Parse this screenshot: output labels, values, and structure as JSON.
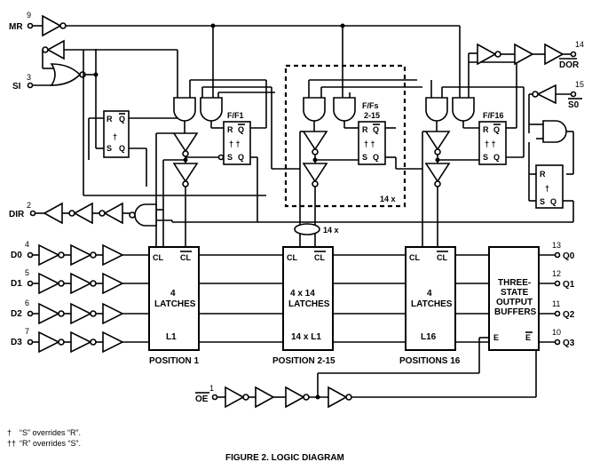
{
  "pins": {
    "mr": {
      "num": "9",
      "label": "MR"
    },
    "si": {
      "num": "3",
      "label": "SI"
    },
    "dir": {
      "num": "2",
      "label": "DIR"
    },
    "d0": {
      "num": "4",
      "label": "D0"
    },
    "d1": {
      "num": "5",
      "label": "D1"
    },
    "d2": {
      "num": "6",
      "label": "D2"
    },
    "d3": {
      "num": "7",
      "label": "D3"
    },
    "oe": {
      "num": "1",
      "label": "OE"
    },
    "dor": {
      "num": "14",
      "label": "DOR"
    },
    "so": {
      "num": "15",
      "label": "S0"
    },
    "q0": {
      "num": "13",
      "label": "Q0"
    },
    "q1": {
      "num": "12",
      "label": "Q1"
    },
    "q2": {
      "num": "11",
      "label": "Q2"
    },
    "q3": {
      "num": "10",
      "label": "Q3"
    }
  },
  "ff": {
    "r": "R",
    "s": "S",
    "q": "Q",
    "qbar": "Q",
    "dagger": "†",
    "ddagger": "† †",
    "ff1": "F/F1",
    "ffs": "F/Fs",
    "ffs_range": "2-15",
    "ff16": "F/F16"
  },
  "latches": {
    "cl": "CL",
    "clbar": "CL",
    "l1_title": "4",
    "l1_sub": "LATCHES",
    "l1_id": "L1",
    "lm_title": "4 x 14",
    "lm_sub": "LATCHES",
    "lm_id": "14 x L1",
    "l16_title": "4",
    "l16_sub": "LATCHES",
    "l16_id": "L16"
  },
  "buffers": {
    "line1": "THREE-",
    "line2": "STATE",
    "line3": "OUTPUT",
    "line4": "BUFFERS",
    "e": "E",
    "ebar": "E"
  },
  "positions": {
    "p1": "POSITION 1",
    "p2": "POSITION 2-15",
    "p16": "POSITIONS 16"
  },
  "multiplier": "14 x",
  "multiplier_box": "14 x",
  "notes": {
    "n1_sym": "†",
    "n1_text": "“S” overrides “R”.",
    "n2_sym": "††",
    "n2_text": "“R” overrides “S”."
  },
  "caption": "FIGURE 2.  LOGIC DIAGRAM"
}
